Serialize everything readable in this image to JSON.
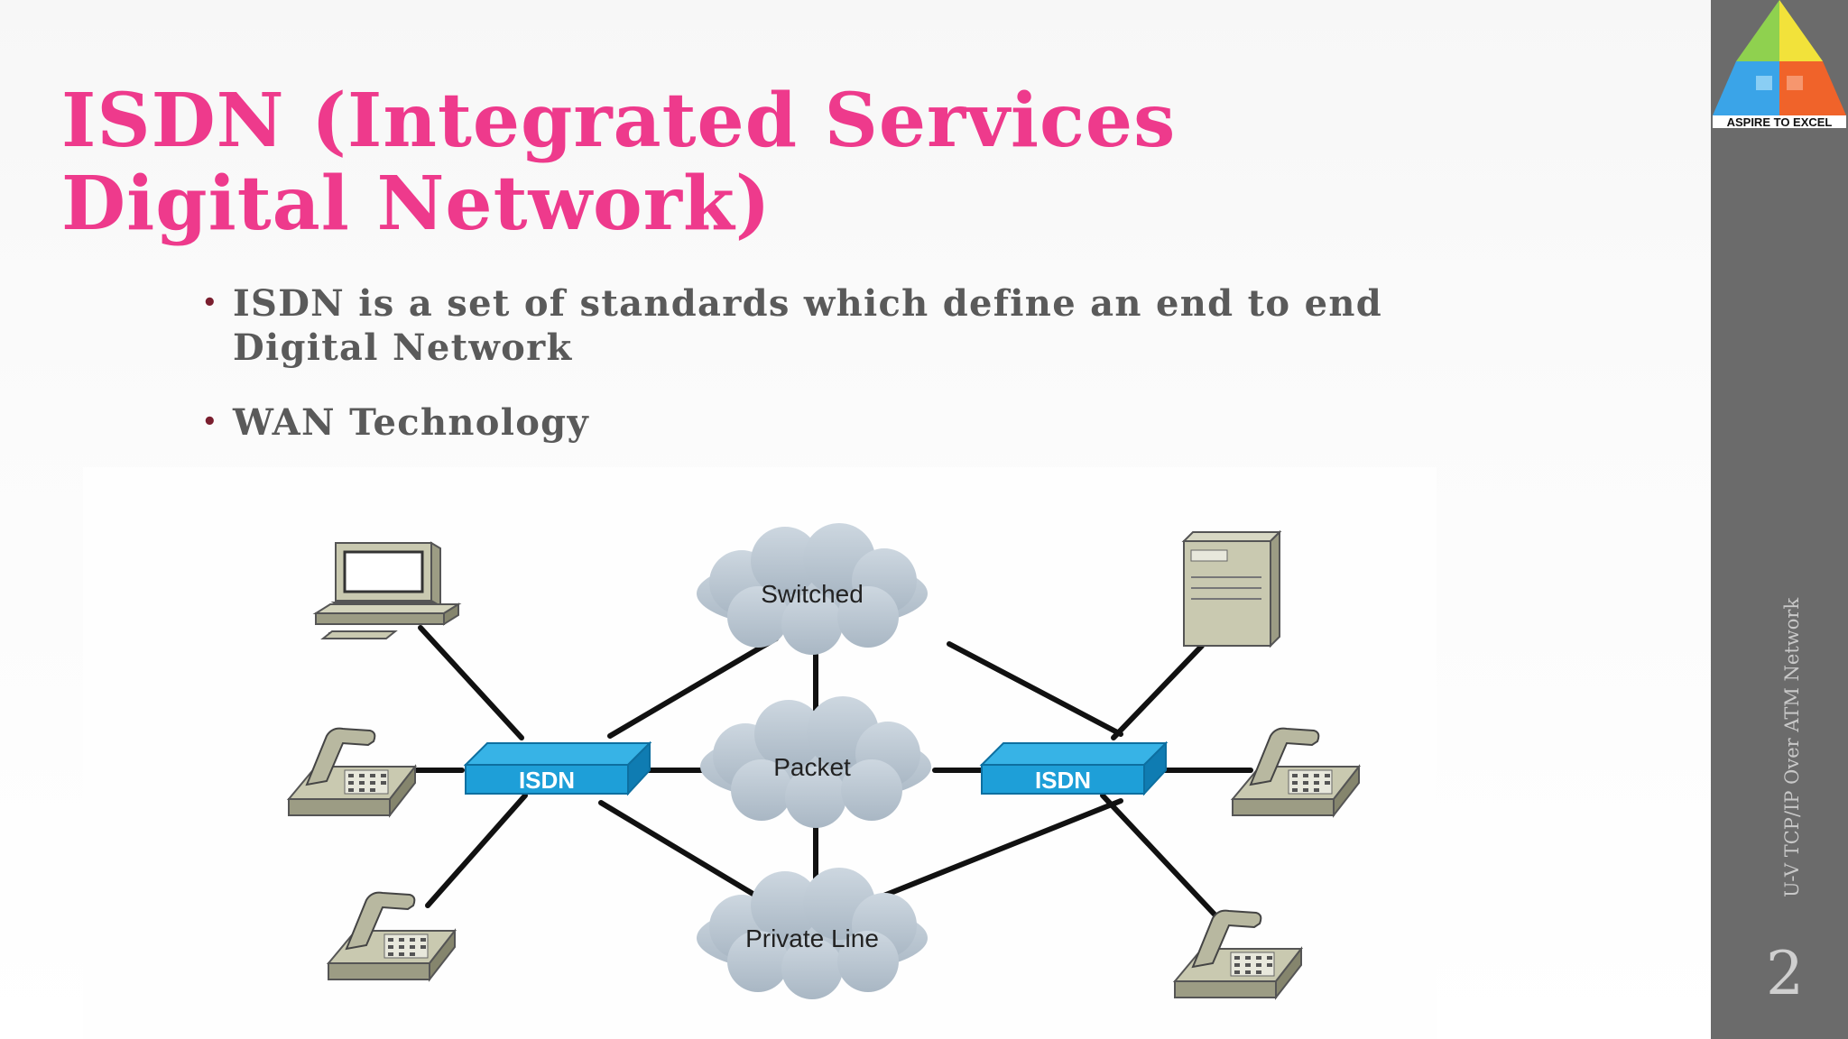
{
  "slide": {
    "title": "ISDN (Integrated Services Digital Network)",
    "bullets": [
      "ISDN is a set of standards which define an end to end Digital Network",
      "WAN Technology"
    ]
  },
  "diagram": {
    "clouds": [
      "Switched",
      "Packet",
      "Private Line"
    ],
    "switch_label": "ISDN"
  },
  "sidebar": {
    "logo_text": "ASPIRE TO EXCEL",
    "vertical_label": "U-V TCP/IP Over ATM Network",
    "page_number": "2"
  },
  "colors": {
    "title": "#ee3a8c",
    "bullet_text": "#5a5a5a",
    "sidebar": "#6b6b6b",
    "isdn_box": "#1e9fd8",
    "cloud": "#b9c5d1"
  },
  "icons": [
    "computer-icon",
    "telephone-icon",
    "server-icon",
    "isdn-switch-icon",
    "cloud-icon"
  ]
}
